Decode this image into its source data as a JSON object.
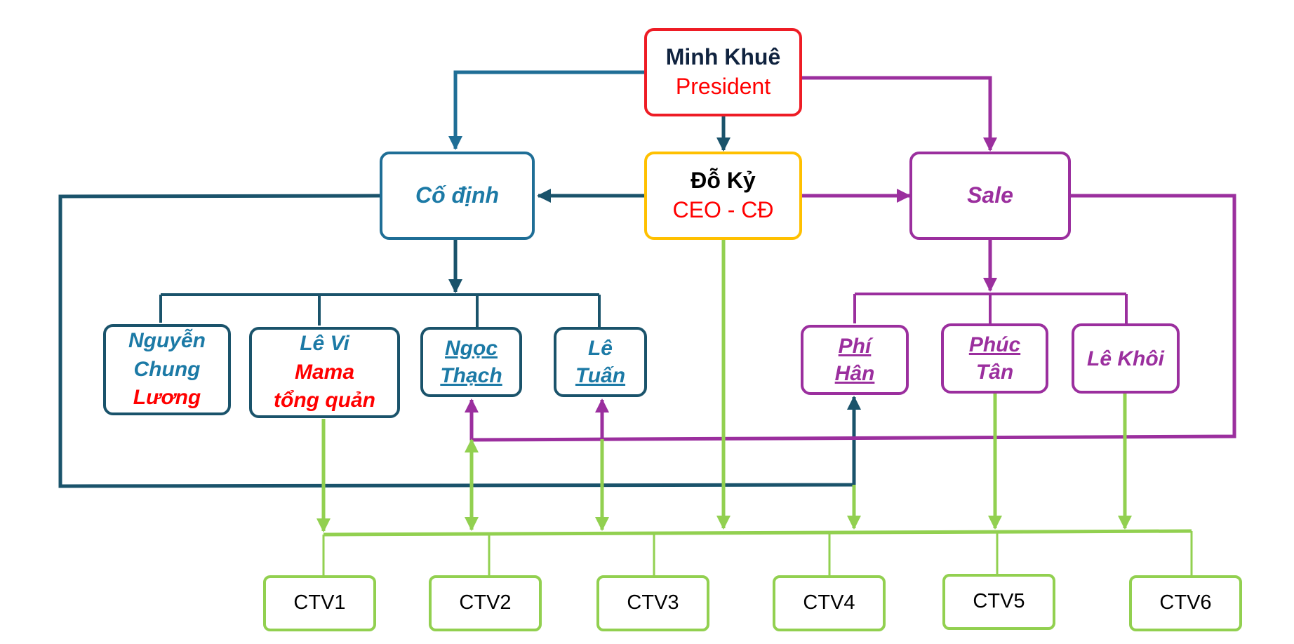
{
  "colors": {
    "president_border": "#EE1C25",
    "ceo_border": "#FFC000",
    "fixed_blue": "#1F6E96",
    "fixed_text": "#1C7AA6",
    "dark_blue": "#1A536B",
    "sale_purple": "#9B2F9E",
    "ctv_green": "#92D050",
    "red_text": "#FF0000",
    "navy_text": "#10233F",
    "black_text": "#000000"
  },
  "nodes": {
    "president": {
      "name": "Minh Khuê",
      "role": "President"
    },
    "ceo": {
      "name": "Đỗ Kỷ",
      "role": "CEO - CĐ"
    },
    "fixed": {
      "name": "Cố định"
    },
    "sale": {
      "name": "Sale"
    },
    "nguyen": {
      "line1": "Nguyễn",
      "line2": "Chung",
      "line3": "Lương"
    },
    "levi": {
      "line1": "Lê Vi",
      "line2": "Mama",
      "line3": "tổng quản"
    },
    "ngoc": {
      "line1": "Ngọc",
      "line2": "Thạch"
    },
    "letuan": {
      "line1": "Lê",
      "line2": "Tuấn"
    },
    "phihan": {
      "line1": "Phí",
      "line2": "Hân"
    },
    "phuctan": {
      "line1": "Phúc",
      "line2": "Tân"
    },
    "lekhoi": {
      "line1": "Lê Khôi"
    }
  },
  "ctv": [
    "CTV1",
    "CTV2",
    "CTV3",
    "CTV4",
    "CTV5",
    "CTV6"
  ]
}
